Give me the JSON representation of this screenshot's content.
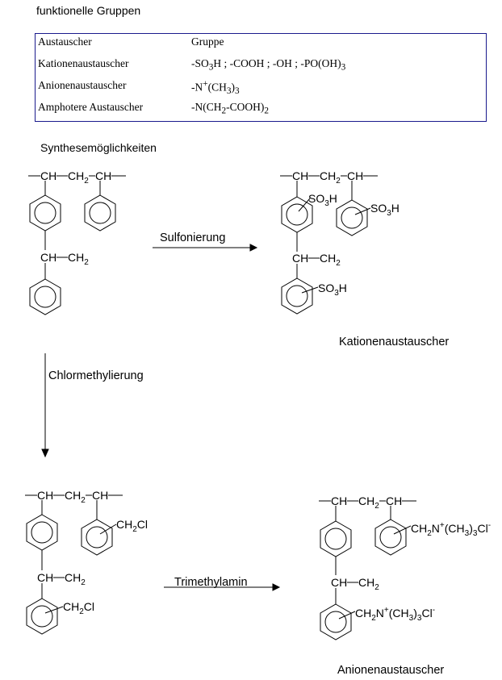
{
  "heading": "funktionelle Gruppen",
  "subheading": "Synthesemöglichkeiten",
  "table": {
    "header": {
      "exchanger": "Austauscher",
      "group": "Gruppe"
    },
    "rows": [
      {
        "exchanger": "Kationenaustauscher",
        "group_parts": [
          "-SO",
          "3",
          "H ; -COOH ; -OH ; -PO(OH)",
          "3"
        ]
      },
      {
        "exchanger": "Anionenaustauscher",
        "group_parts": [
          "-N",
          "+",
          "(CH",
          "3",
          ")",
          "3"
        ]
      },
      {
        "exchanger": "Amphotere Austauscher",
        "group_parts": [
          "-N(CH",
          "2",
          "-COOH)",
          "2"
        ]
      }
    ]
  },
  "reactions": {
    "sulfonation": "Sulfonierung",
    "chloromethylation": "Chlormethylierung",
    "trimethylamine": "Trimethylamin"
  },
  "products": {
    "cation": "Kationenaustauscher",
    "anion": "Anionenaustauscher"
  },
  "fragments": {
    "ch": "CH",
    "ch2": [
      "CH",
      "2"
    ],
    "so3h": [
      "SO",
      "3",
      "H"
    ],
    "ch2cl": [
      "CH",
      "2",
      "Cl"
    ],
    "ammonium": [
      "CH",
      "2",
      "N",
      "+",
      "(CH",
      "3",
      ")",
      "3",
      "Cl",
      "-"
    ]
  }
}
